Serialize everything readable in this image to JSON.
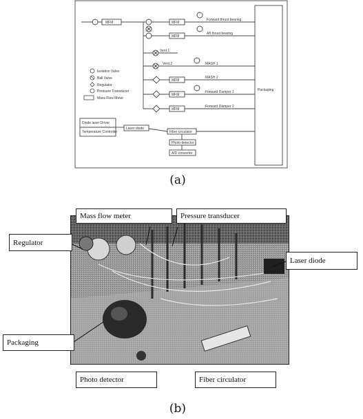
{
  "figure": {
    "panel_a": {
      "caption": "(a)",
      "schematic": {
        "mfm_label": "MFM",
        "legend": [
          "Isolation Valve",
          "Ball Valve",
          "Regulator",
          "Pressure Transducer",
          "Mass Flow Meter"
        ],
        "outlets": [
          "Forward thrust bearing",
          "Aft thrust bearing",
          "MASH 1",
          "MASH 2",
          "Forward Damper 1",
          "Forward Damper 2"
        ],
        "supply_lines": [
          "Vent 1",
          "Vent 2"
        ],
        "bottom_boxes": [
          "Diode laser Driver",
          "Temperature Controller"
        ],
        "optics": [
          "Laser diode",
          "Fiber circulator",
          "Photo detector",
          "A/D converter"
        ],
        "right_box": "Packaging"
      }
    },
    "panel_b": {
      "caption": "(b)",
      "labels": {
        "mass_flow_meter": "Mass flow meter",
        "pressure_transducer": "Pressure transducer",
        "regulator": "Regulator",
        "laser_diode": "Laser diode",
        "packaging": "Packaging",
        "photo_detector": "Photo detector",
        "fiber_circulator": "Fiber circulator"
      }
    }
  }
}
